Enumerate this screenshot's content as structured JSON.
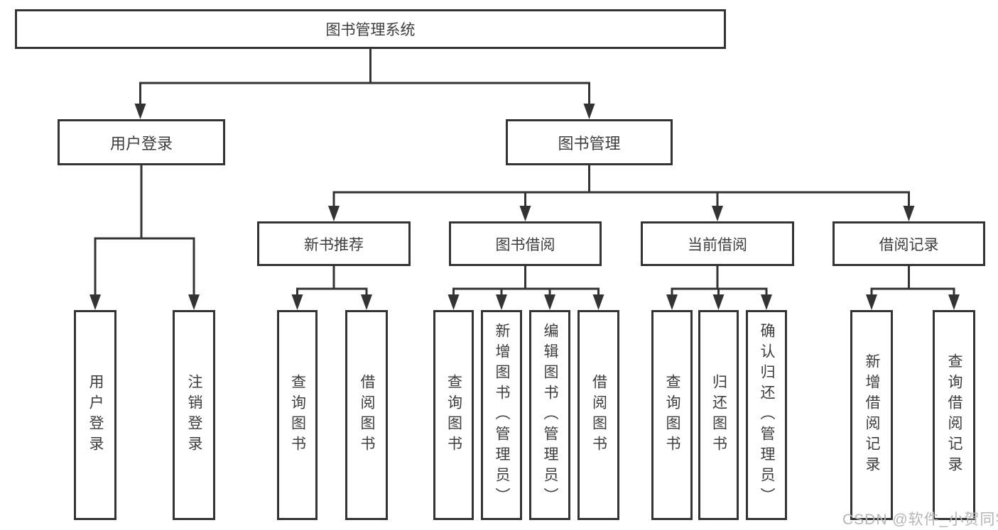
{
  "diagram": {
    "type": "hierarchy-tree",
    "root": {
      "label": "图书管理系统"
    },
    "branches": [
      {
        "label": "用户登录",
        "children": [
          {
            "label": "用户登录"
          },
          {
            "label": "注销登录"
          }
        ]
      },
      {
        "label": "图书管理",
        "children": [
          {
            "label": "新书推荐",
            "children": [
              {
                "label": "查询图书"
              },
              {
                "label": "借阅图书"
              }
            ]
          },
          {
            "label": "图书借阅",
            "children": [
              {
                "label": "查询图书"
              },
              {
                "label": "新增图书（管理员）"
              },
              {
                "label": "编辑图书（管理员）"
              },
              {
                "label": "借阅图书"
              }
            ]
          },
          {
            "label": "当前借阅",
            "children": [
              {
                "label": "查询图书"
              },
              {
                "label": "归还图书"
              },
              {
                "label": "确认归还（管理员）"
              }
            ]
          },
          {
            "label": "借阅记录",
            "children": [
              {
                "label": "新增借阅记录"
              },
              {
                "label": "查询借阅记录"
              }
            ]
          }
        ]
      }
    ]
  },
  "watermark": {
    "text": "CSDN @软件_小贺同学"
  },
  "colors": {
    "background": "#ffffff",
    "line": "#333333",
    "box_border": "#333333",
    "text": "#3d3d3d",
    "watermark": "#b5b5b5"
  }
}
